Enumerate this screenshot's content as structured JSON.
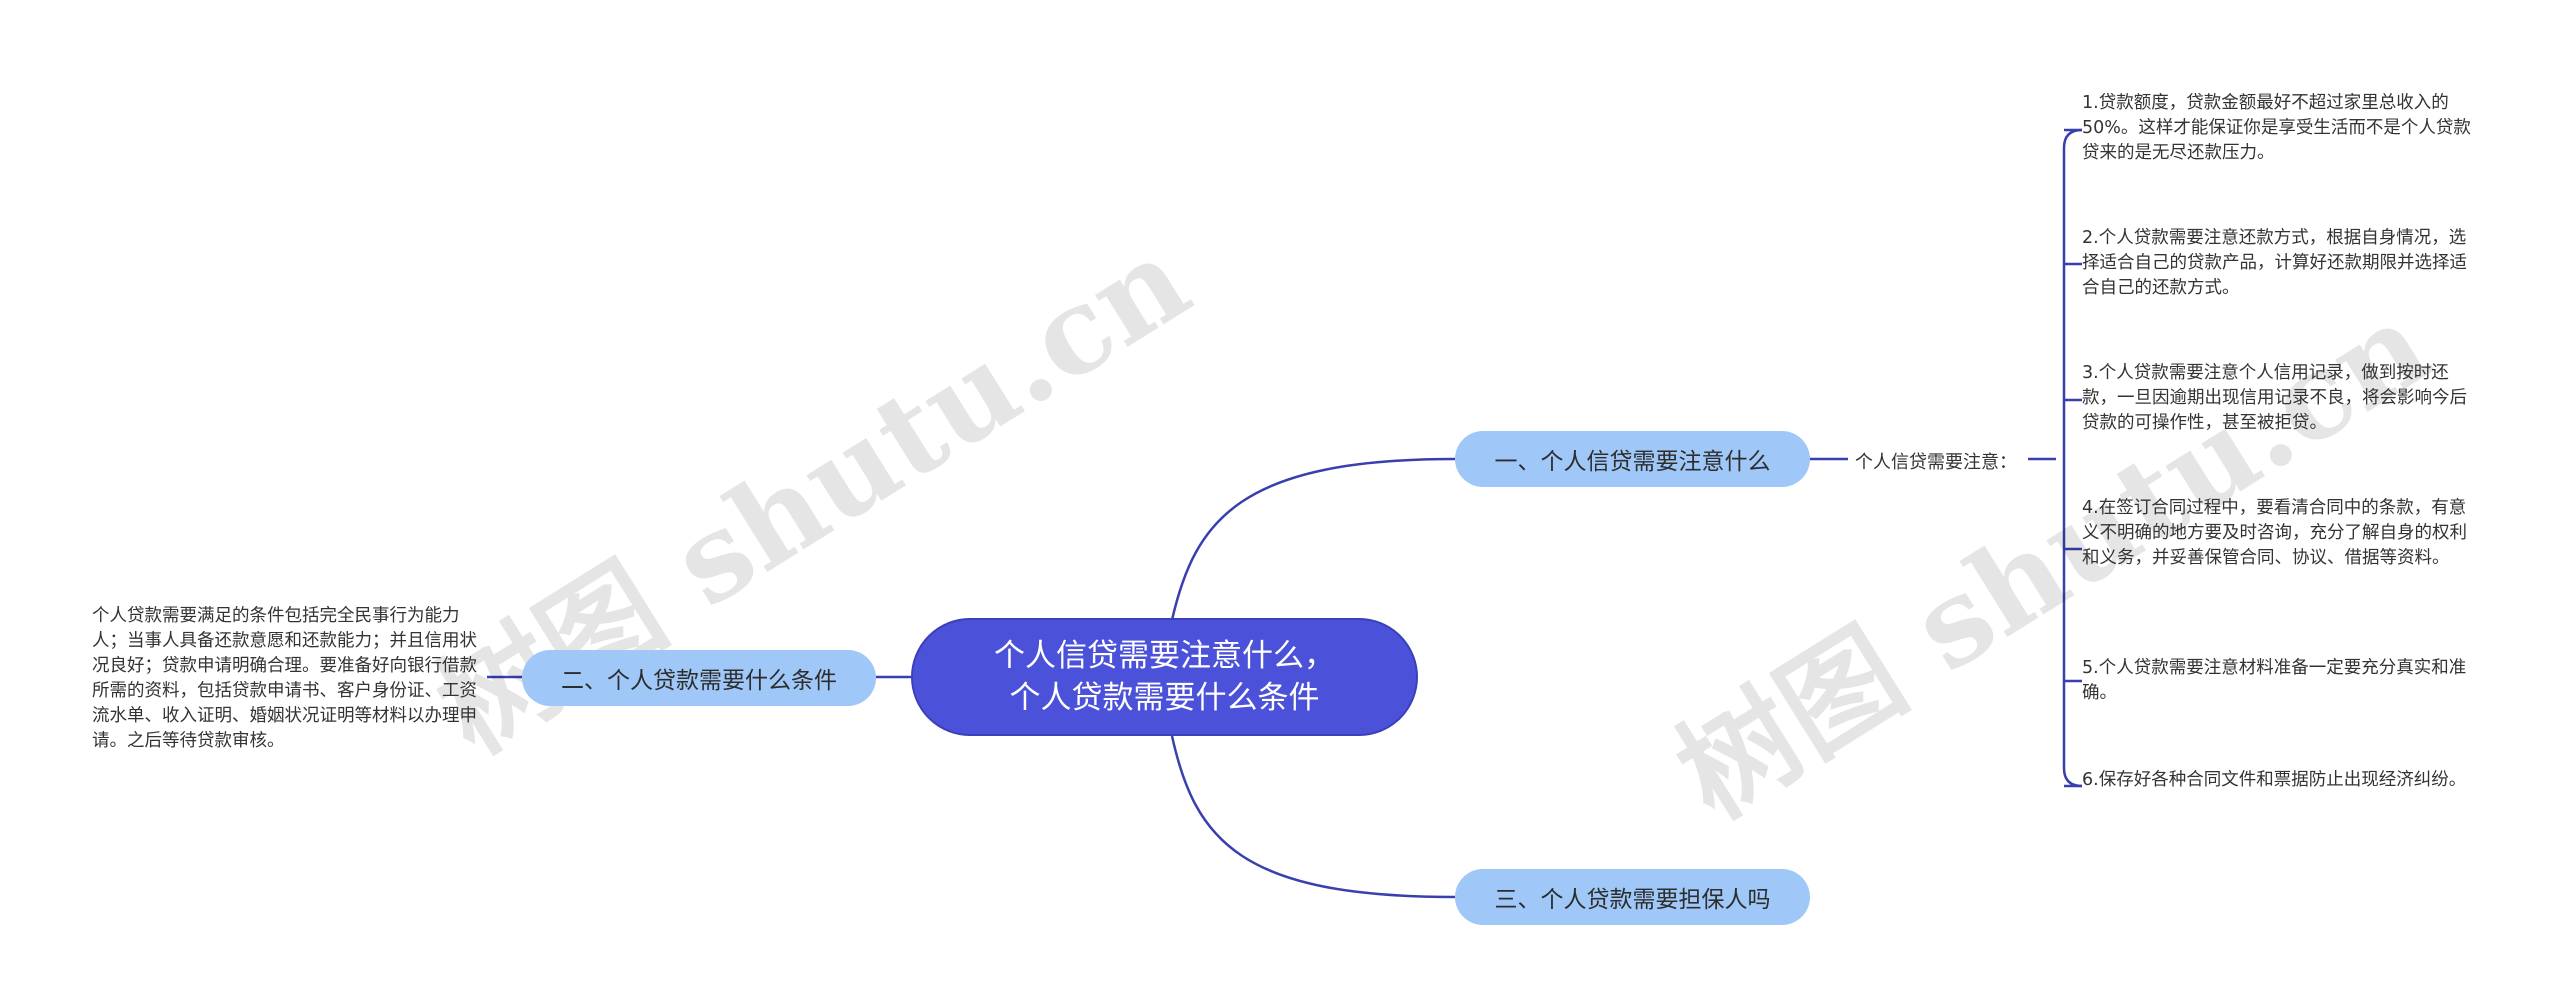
{
  "root": {
    "line1": "个人信贷需要注意什么，",
    "line2": "个人贷款需要什么条件"
  },
  "branches": [
    {
      "label": "一、个人信贷需要注意什么"
    },
    {
      "label": "二、个人贷款需要什么条件"
    },
    {
      "label": "三、个人贷款需要担保人吗"
    }
  ],
  "sub_label": "个人信贷需要注意：",
  "right_items": [
    "1.贷款额度，贷款金额最好不超过家里总收入的50%。这样才能保证你是享受生活而不是个人贷款贷来的是无尽还款压力。",
    "2.个人贷款需要注意还款方式，根据自身情况，选择适合自己的贷款产品，计算好还款期限并选择适合自己的还款方式。",
    "3.个人贷款需要注意个人信用记录，做到按时还款，一旦因逾期出现信用记录不良，将会影响今后贷款的可操作性，甚至被拒贷。",
    "4.在签订合同过程中，要看清合同中的条款，有意义不明确的地方要及时咨询，充分了解自身的权利和义务，并妥善保管合同、协议、借据等资料。",
    "5.个人贷款需要注意材料准备一定要充分真实和准确。",
    "6.保存好各种合同文件和票据防止出现经济纠纷。"
  ],
  "left_item": "个人贷款需要满足的条件包括完全民事行为能力人；当事人具备还款意愿和还款能力；并且信用状况良好；贷款申请明确合理。要准备好向银行借款所需的资料，包括贷款申请书、客户身份证、工资流水单、收入证明、婚姻状况证明等材料以办理申请。之后等待贷款审核。",
  "watermark": "树图 shutu.cn",
  "colors": {
    "root_fill": "#4b52d9",
    "branch_fill": "#9fc8f8",
    "connector": "#3a3fae"
  }
}
